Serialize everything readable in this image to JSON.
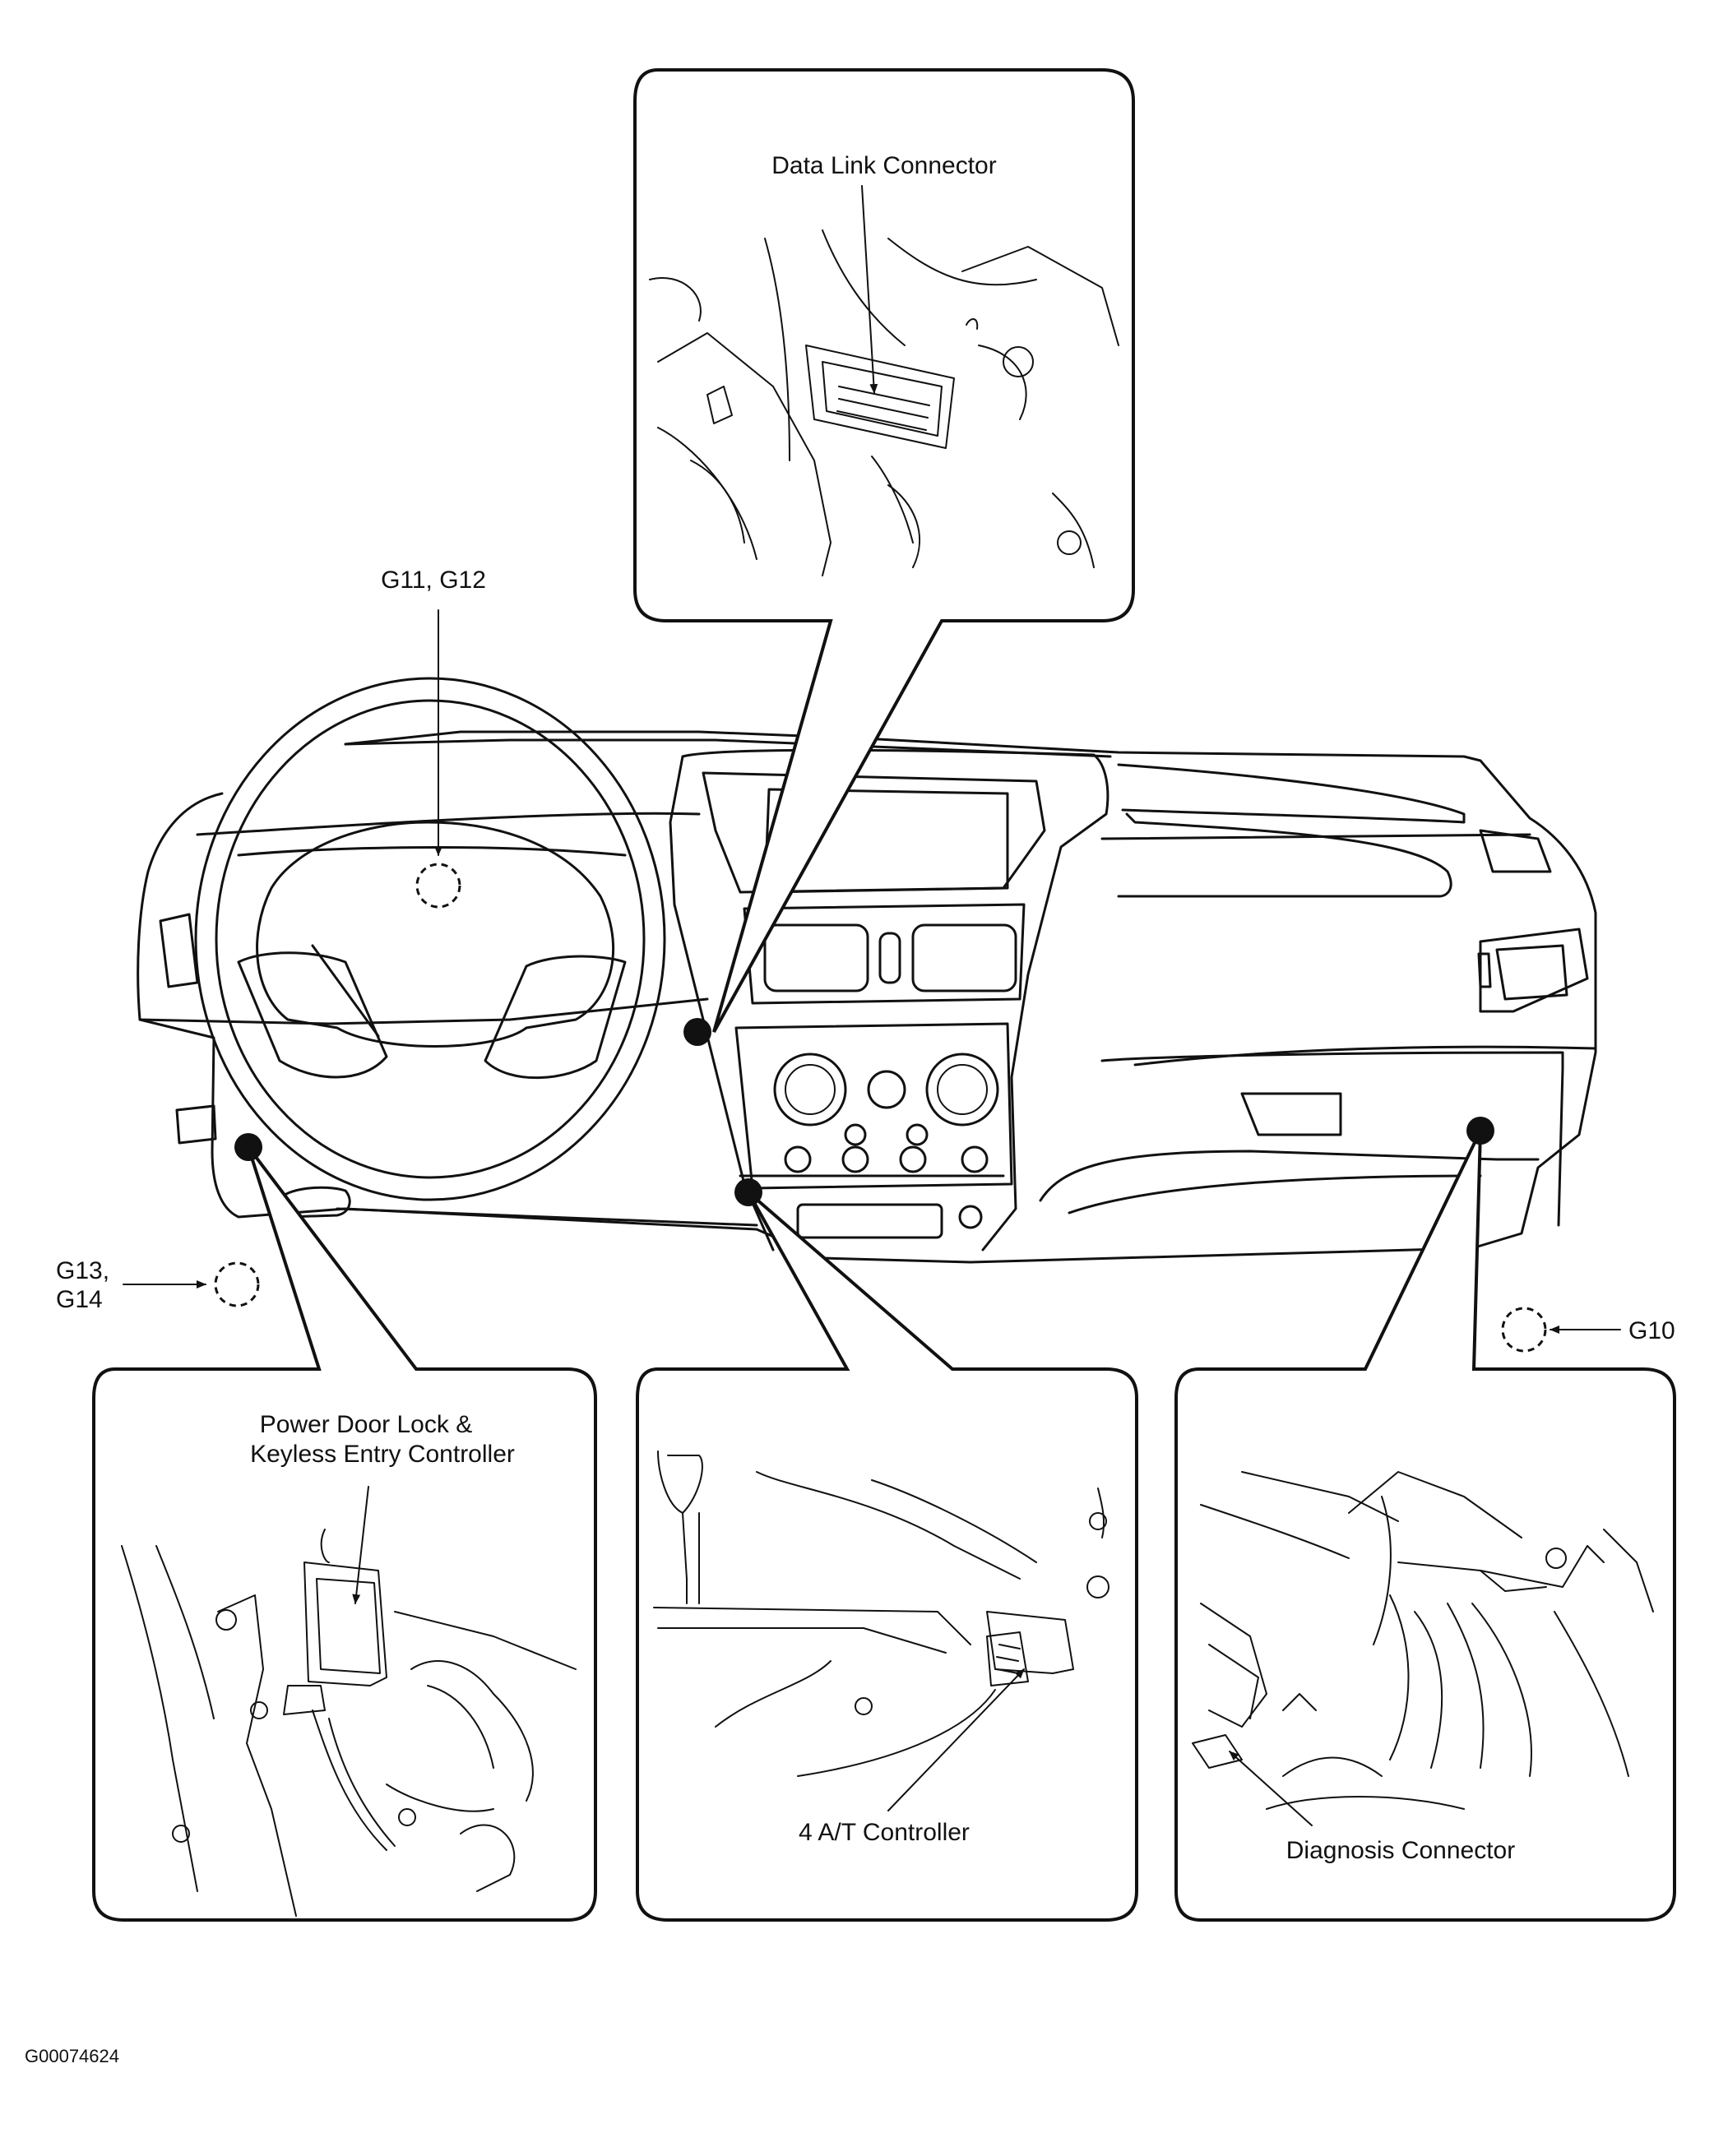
{
  "labels": {
    "data_link_connector": "Data Link Connector",
    "g11_g12": "G11, G12",
    "g13": "G13,",
    "g14": "G14",
    "g10": "G10",
    "power_door_lock_line1": "Power Door Lock &",
    "power_door_lock_line2": "Keyless Entry Controller",
    "at_controller": "4 A/T Controller",
    "diagnosis_connector": "Diagnosis Connector",
    "figure_id": "G00074624"
  }
}
